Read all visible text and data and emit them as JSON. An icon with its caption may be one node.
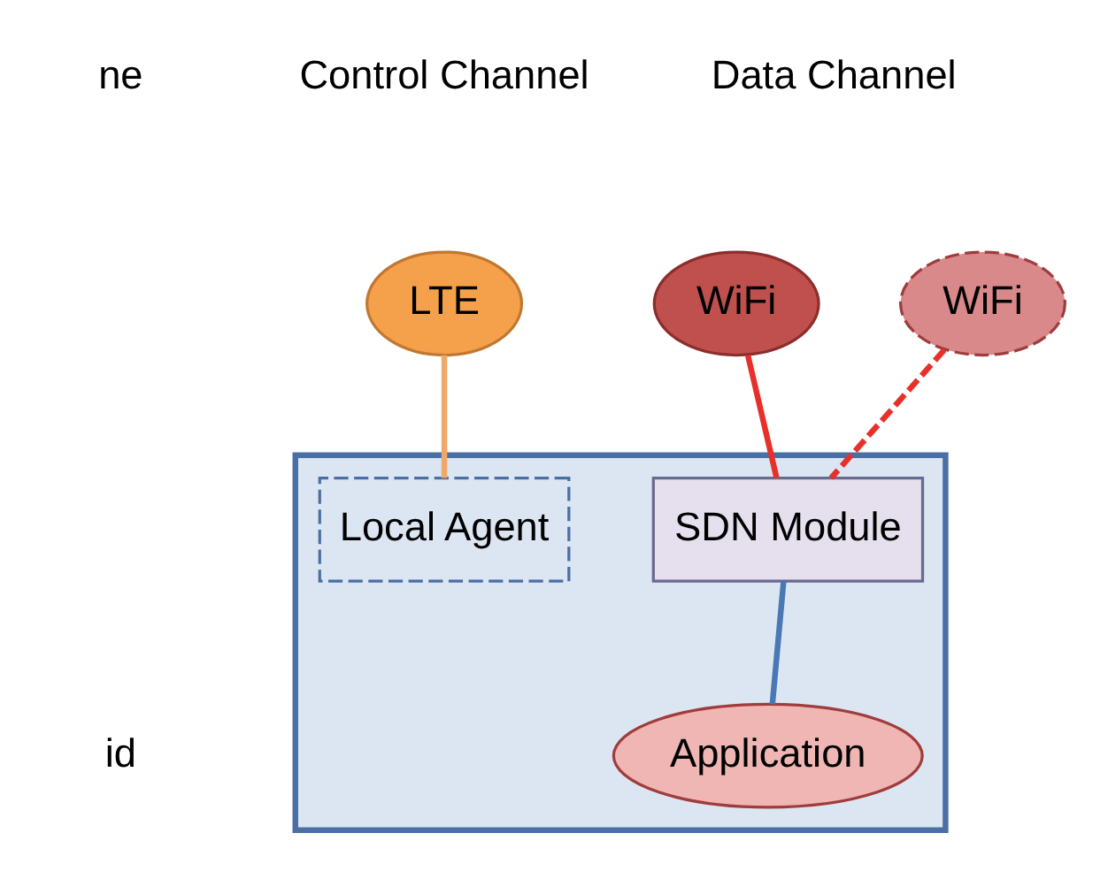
{
  "diagram": {
    "nodes": [
      {
        "text": [],
        "shape": "box"
      },
      {
        "text": [
          "LTE"
        ]
      },
      {
        "text": [
          "WiFi"
        ]
      },
      {
        "text": [
          "WiFi"
        ]
      },
      {
        "text": [
          "Local Agent"
        ],
        "in": 0
      },
      {
        "text": [
          "SDN Module"
        ],
        "in": 0
      },
      {
        "text": [
          "Application"
        ],
        "in": 0
      }
    ],
    "edges": [
      {
        "from": 1,
        "to": 4,
        "arrow": "none",
        "color": "#f0a868"
      },
      {
        "from": 2,
        "to": 5,
        "arrow": "none",
        "color": "#e8302a"
      },
      {
        "from": 3,
        "to": 5,
        "arrow": "none",
        "style": "dashed",
        "color": "#e8302a"
      },
      {
        "from": 5,
        "to": 6,
        "arrow": "none",
        "color": "#4a78b4"
      }
    ],
    "labels": [
      "Control Channel",
      "Data Channel",
      "ne",
      "id"
    ]
  }
}
